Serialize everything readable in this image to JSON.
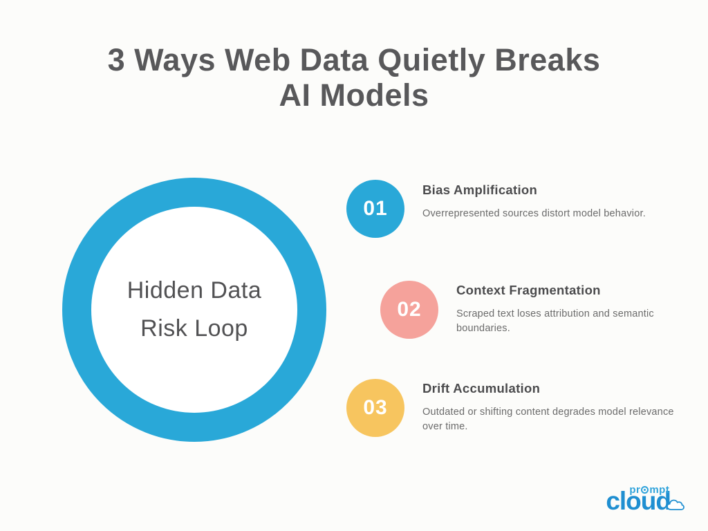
{
  "title": {
    "line1": "3 Ways Web Data Quietly Breaks",
    "line2": "AI Models"
  },
  "hub": {
    "line1": "Hidden Data",
    "line2": "Risk Loop",
    "ring_color": "#29A8D8"
  },
  "items": [
    {
      "number": "01",
      "heading": "Bias Amplification",
      "body": "Overrepresented sources distort model behavior.",
      "color": "#29A8D8"
    },
    {
      "number": "02",
      "heading": "Context Fragmentation",
      "body": "Scraped text loses attribution and semantic boundaries.",
      "color": "#F5A29B"
    },
    {
      "number": "03",
      "heading": "Drift Accumulation",
      "body": "Outdated or shifting content degrades model relevance over time.",
      "color": "#F7C55F"
    }
  ],
  "logo": {
    "prompt_pre": "pr",
    "prompt_post": "mpt",
    "cloud": "cloud",
    "color_light": "#2FA3DB",
    "color_dark": "#1F8FD1"
  },
  "colors": {
    "background": "#FCFCFA",
    "title_text": "#58585A",
    "heading_text": "#4B4B4D",
    "body_text": "#6B6B6B",
    "hub_text": "#515153",
    "badge_number": "#FFFFFF"
  }
}
